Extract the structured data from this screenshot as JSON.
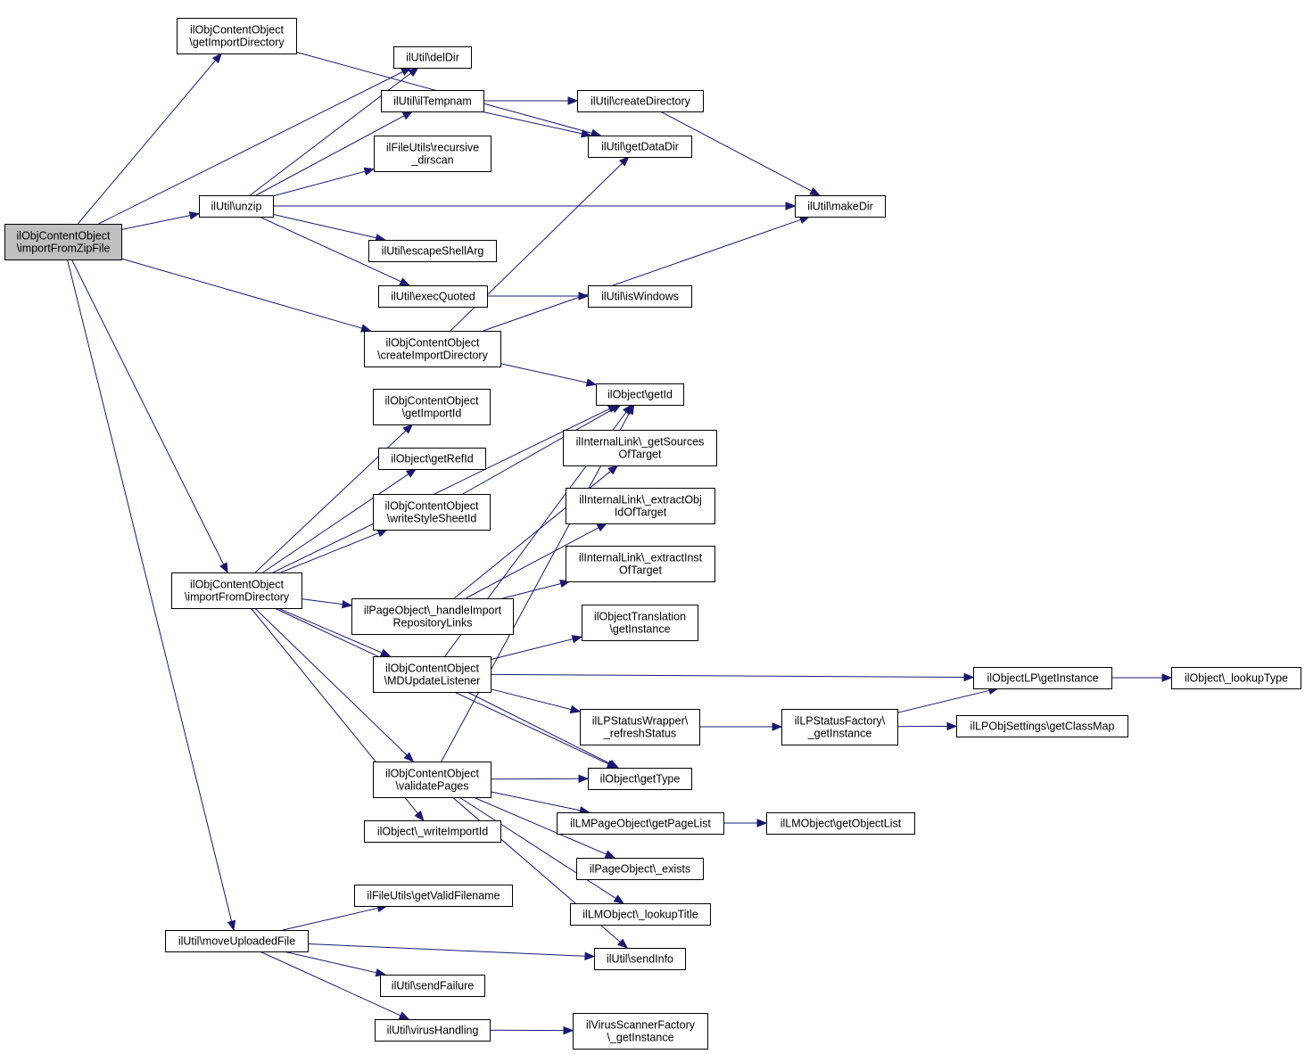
{
  "colors": {
    "edge": "#191970",
    "root_fill": "#bfbfbf",
    "node_fill": "#ffffff",
    "node_border": "#000000"
  },
  "nodes": {
    "root": {
      "lines": [
        "ilObjContentObject",
        "\\importFromZipFile"
      ]
    },
    "getImportDirectory": {
      "lines": [
        "ilObjContentObject",
        "\\getImportDirectory"
      ]
    },
    "delDir": {
      "lines": [
        "ilUtil\\delDir"
      ]
    },
    "ilTempnam": {
      "lines": [
        "ilUtil\\ilTempnam"
      ]
    },
    "createDirectory": {
      "lines": [
        "ilUtil\\createDirectory"
      ]
    },
    "getDataDir": {
      "lines": [
        "ilUtil\\getDataDir"
      ]
    },
    "recursiveDirscan": {
      "lines": [
        "ilFileUtils\\recursive",
        "_dirscan"
      ]
    },
    "unzip": {
      "lines": [
        "ilUtil\\unzip"
      ]
    },
    "makeDir": {
      "lines": [
        "ilUtil\\makeDir"
      ]
    },
    "escapeShellArg": {
      "lines": [
        "ilUtil\\escapeShellArg"
      ]
    },
    "execQuoted": {
      "lines": [
        "ilUtil\\execQuoted"
      ]
    },
    "isWindows": {
      "lines": [
        "ilUtil\\isWindows"
      ]
    },
    "createImportDirectory": {
      "lines": [
        "ilObjContentObject",
        "\\createImportDirectory"
      ]
    },
    "getId": {
      "lines": [
        "ilObject\\getId"
      ]
    },
    "getImportId": {
      "lines": [
        "ilObjContentObject",
        "\\getImportId"
      ]
    },
    "getSourcesOfTarget": {
      "lines": [
        "ilInternalLink\\_getSources",
        "OfTarget"
      ]
    },
    "getRefId": {
      "lines": [
        "ilObject\\getRefId"
      ]
    },
    "extractObjId": {
      "lines": [
        "ilInternalLink\\_extractObj",
        "IdOfTarget"
      ]
    },
    "writeStyleSheetId": {
      "lines": [
        "ilObjContentObject",
        "\\writeStyleSheetId"
      ]
    },
    "extractInst": {
      "lines": [
        "ilInternalLink\\_extractInst",
        "OfTarget"
      ]
    },
    "importFromDirectory": {
      "lines": [
        "ilObjContentObject",
        "\\importFromDirectory"
      ]
    },
    "handleImportRepo": {
      "lines": [
        "ilPageObject\\_handleImport",
        "RepositoryLinks"
      ]
    },
    "objTranslation": {
      "lines": [
        "ilObjectTranslation",
        "\\getInstance"
      ]
    },
    "mdUpdateListener": {
      "lines": [
        "ilObjContentObject",
        "\\MDUpdateListener"
      ]
    },
    "objectLPGetInstance": {
      "lines": [
        "ilObjectLP\\getInstance"
      ]
    },
    "lookupType": {
      "lines": [
        "ilObject\\_lookupType"
      ]
    },
    "lpStatusWrapper": {
      "lines": [
        "ilLPStatusWrapper\\",
        "_refreshStatus"
      ]
    },
    "lpStatusFactory": {
      "lines": [
        "ilLPStatusFactory\\",
        "_getInstance"
      ]
    },
    "getClassMap": {
      "lines": [
        "ilLPObjSettings\\getClassMap"
      ]
    },
    "validatePages": {
      "lines": [
        "ilObjContentObject",
        "\\validatePages"
      ]
    },
    "getType": {
      "lines": [
        "ilObject\\getType"
      ]
    },
    "getPageList": {
      "lines": [
        "ilLMPageObject\\getPageList"
      ]
    },
    "getObjectList": {
      "lines": [
        "ilLMObject\\getObjectList"
      ]
    },
    "writeImportId": {
      "lines": [
        "ilObject\\_writeImportId"
      ]
    },
    "pageExists": {
      "lines": [
        "ilPageObject\\_exists"
      ]
    },
    "lookupTitle": {
      "lines": [
        "ilLMObject\\_lookupTitle"
      ]
    },
    "getValidFilename": {
      "lines": [
        "ilFileUtils\\getValidFilename"
      ]
    },
    "moveUploadedFile": {
      "lines": [
        "ilUtil\\moveUploadedFile"
      ]
    },
    "sendInfo": {
      "lines": [
        "ilUtil\\sendInfo"
      ]
    },
    "sendFailure": {
      "lines": [
        "ilUtil\\sendFailure"
      ]
    },
    "virusHandling": {
      "lines": [
        "ilUtil\\virusHandling"
      ]
    },
    "virusScannerFactory": {
      "lines": [
        "ilVirusScannerFactory",
        "\\_getInstance"
      ]
    }
  },
  "edges": [
    [
      "root",
      "getImportDirectory"
    ],
    [
      "root",
      "delDir"
    ],
    [
      "root",
      "unzip"
    ],
    [
      "root",
      "createImportDirectory"
    ],
    [
      "root",
      "importFromDirectory"
    ],
    [
      "root",
      "moveUploadedFile"
    ],
    [
      "getImportDirectory",
      "getDataDir"
    ],
    [
      "unzip",
      "delDir"
    ],
    [
      "unzip",
      "ilTempnam"
    ],
    [
      "unzip",
      "recursiveDirscan"
    ],
    [
      "unzip",
      "makeDir"
    ],
    [
      "unzip",
      "escapeShellArg"
    ],
    [
      "unzip",
      "execQuoted"
    ],
    [
      "ilTempnam",
      "createDirectory"
    ],
    [
      "ilTempnam",
      "getDataDir"
    ],
    [
      "createDirectory",
      "makeDir"
    ],
    [
      "execQuoted",
      "isWindows"
    ],
    [
      "createImportDirectory",
      "getDataDir"
    ],
    [
      "createImportDirectory",
      "makeDir"
    ],
    [
      "createImportDirectory",
      "getId"
    ],
    [
      "importFromDirectory",
      "getImportId"
    ],
    [
      "importFromDirectory",
      "getRefId"
    ],
    [
      "importFromDirectory",
      "writeStyleSheetId"
    ],
    [
      "importFromDirectory",
      "getId"
    ],
    [
      "importFromDirectory",
      "handleImportRepo"
    ],
    [
      "importFromDirectory",
      "mdUpdateListener"
    ],
    [
      "importFromDirectory",
      "getType"
    ],
    [
      "importFromDirectory",
      "validatePages"
    ],
    [
      "importFromDirectory",
      "writeImportId"
    ],
    [
      "writeStyleSheetId",
      "getId"
    ],
    [
      "handleImportRepo",
      "getSourcesOfTarget"
    ],
    [
      "handleImportRepo",
      "extractObjId"
    ],
    [
      "handleImportRepo",
      "extractInst"
    ],
    [
      "mdUpdateListener",
      "getId"
    ],
    [
      "mdUpdateListener",
      "objTranslation"
    ],
    [
      "mdUpdateListener",
      "objectLPGetInstance"
    ],
    [
      "mdUpdateListener",
      "lpStatusWrapper"
    ],
    [
      "mdUpdateListener",
      "getType"
    ],
    [
      "objectLPGetInstance",
      "lookupType"
    ],
    [
      "lpStatusWrapper",
      "lpStatusFactory"
    ],
    [
      "lpStatusFactory",
      "objectLPGetInstance"
    ],
    [
      "lpStatusFactory",
      "getClassMap"
    ],
    [
      "validatePages",
      "getId"
    ],
    [
      "validatePages",
      "getType"
    ],
    [
      "validatePages",
      "getPageList"
    ],
    [
      "validatePages",
      "pageExists"
    ],
    [
      "validatePages",
      "lookupTitle"
    ],
    [
      "validatePages",
      "sendInfo"
    ],
    [
      "getPageList",
      "getObjectList"
    ],
    [
      "moveUploadedFile",
      "getValidFilename"
    ],
    [
      "moveUploadedFile",
      "sendInfo"
    ],
    [
      "moveUploadedFile",
      "sendFailure"
    ],
    [
      "moveUploadedFile",
      "virusHandling"
    ],
    [
      "virusHandling",
      "virusScannerFactory"
    ]
  ]
}
